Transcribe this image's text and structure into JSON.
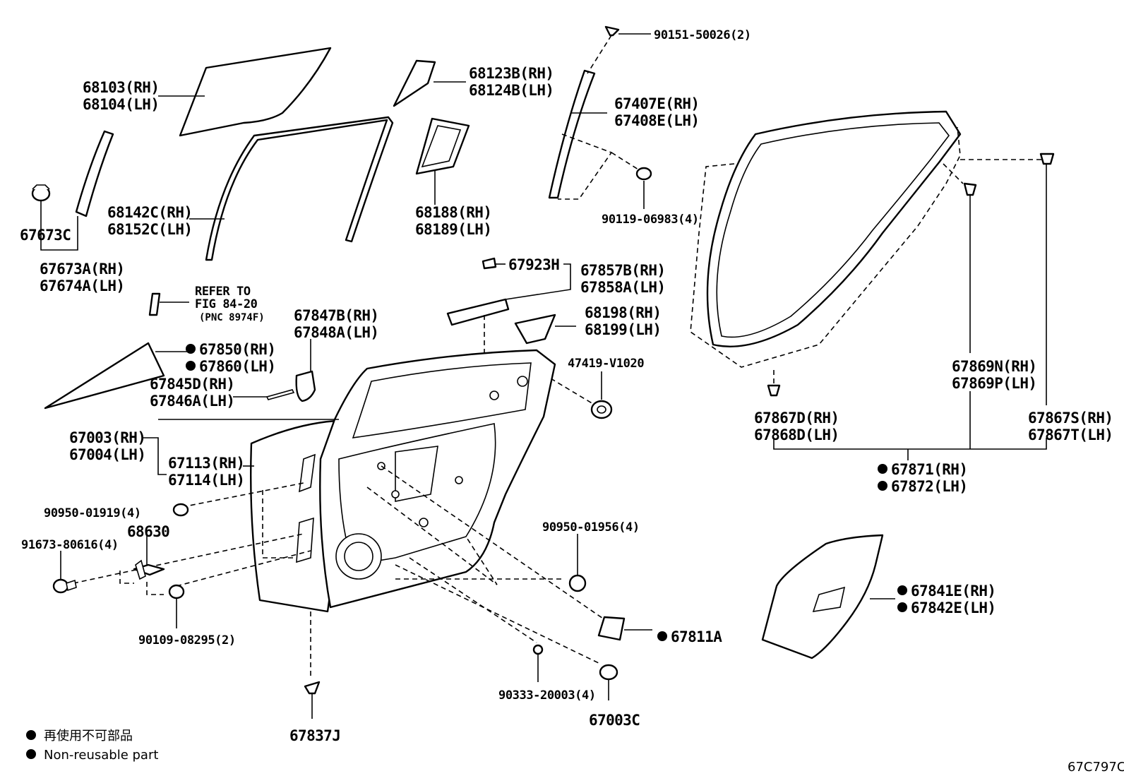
{
  "diagram_code": "67C797C",
  "legend": {
    "ja": "再使用不可部品",
    "en": "Non-reusable part"
  },
  "labels": {
    "p68103": "68103(RH)",
    "p68104": "68104(LH)",
    "p68123": "68123B(RH)",
    "p68124": "68124B(LH)",
    "p90151": "90151-50026(2)",
    "p67407": "67407E(RH)",
    "p67408": "67408E(LH)",
    "p90119": "90119-06983(4)",
    "p67673c": "67673C",
    "p67673a": "67673A(RH)",
    "p67674a": "67674A(LH)",
    "p68142": "68142C(RH)",
    "p68152": "68152C(LH)",
    "p68188": "68188(RH)",
    "p68189": "68189(LH)",
    "refer1": "REFER TO",
    "refer2": "FIG 84-20",
    "refer3": "(PNC 8974F)",
    "p67923": "67923H",
    "p67857": "67857B(RH)",
    "p67858": "67858A(LH)",
    "p67847": "67847B(RH)",
    "p67848": "67848A(LH)",
    "p68198": "68198(RH)",
    "p68199": "68199(LH)",
    "p67850": "67850(RH)",
    "p67860": "67860(LH)",
    "p67845": "67845D(RH)",
    "p67846": "67846A(LH)",
    "p47419": "47419-V1020",
    "p67003": "67003(RH)",
    "p67004": "67004(LH)",
    "p67113": "67113(RH)",
    "p67114": "67114(LH)",
    "p90950a": "90950-01919(4)",
    "p68630": "68630",
    "p91673": "91673-80616(4)",
    "p90109": "90109-08295(2)",
    "p90950b": "90950-01956(4)",
    "p67811": "67811A",
    "p90333": "90333-20003(4)",
    "p67003c": "67003C",
    "p67837": "67837J",
    "p67869n": "67869N(RH)",
    "p67869p": "67869P(LH)",
    "p67867d": "67867D(RH)",
    "p67868d": "67868D(LH)",
    "p67867s": "67867S(RH)",
    "p67867t": "67867T(LH)",
    "p67871": "67871(RH)",
    "p67872": "67872(LH)",
    "p67841": "67841E(RH)",
    "p67842": "67842E(LH)"
  }
}
